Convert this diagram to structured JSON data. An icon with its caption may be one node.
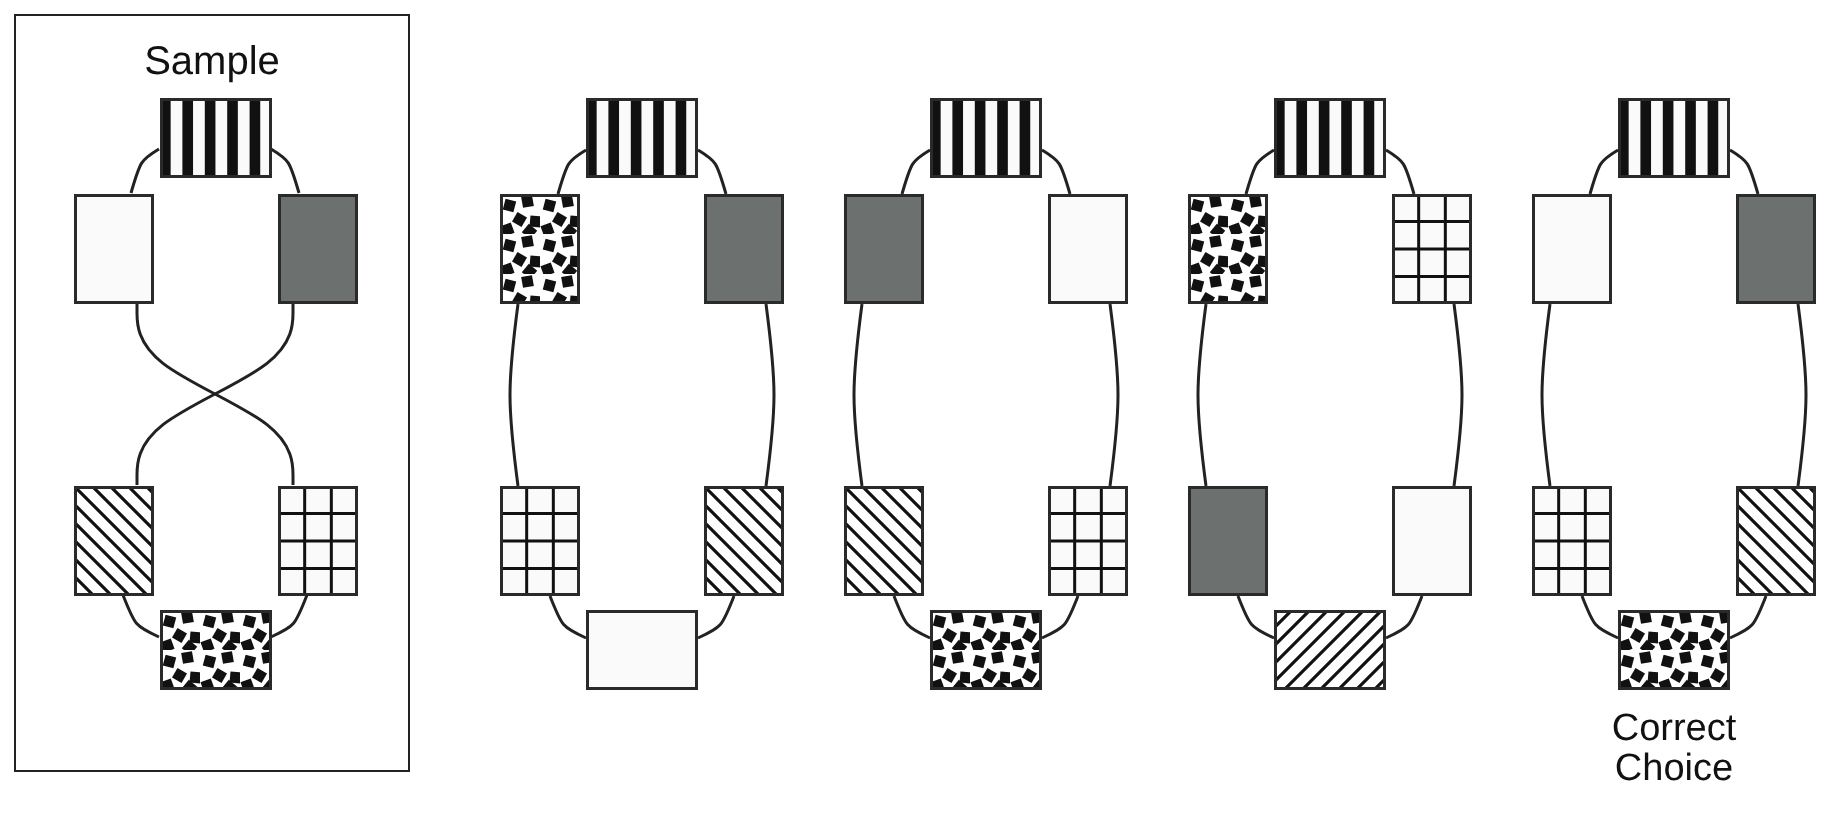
{
  "diagram": {
    "nodes": [
      {
        "text": [
          "Sample"
        ]
      },
      {
        "text": [],
        "shape": "box",
        "in": 0
      },
      {
        "text": [],
        "shape": "box",
        "in": 0
      },
      {
        "text": [],
        "shape": "box",
        "in": 0
      },
      {
        "text": [],
        "shape": "box",
        "in": 0
      },
      {
        "text": [],
        "shape": "box",
        "in": 0
      },
      {
        "text": [],
        "shape": "box",
        "in": 0
      },
      {
        "text": [],
        "shape": "box"
      },
      {
        "text": [],
        "shape": "box"
      },
      {
        "text": [],
        "shape": "box"
      },
      {
        "text": [],
        "shape": "box"
      },
      {
        "text": [],
        "shape": "box"
      },
      {
        "text": [],
        "shape": "box"
      },
      {
        "text": [],
        "shape": "box"
      },
      {
        "text": [],
        "shape": "box"
      },
      {
        "text": [],
        "shape": "box"
      },
      {
        "text": [],
        "shape": "box"
      },
      {
        "text": [],
        "shape": "box"
      },
      {
        "text": [],
        "shape": "box"
      },
      {
        "text": [],
        "shape": "box"
      },
      {
        "text": [],
        "shape": "box"
      },
      {
        "text": [],
        "shape": "box"
      },
      {
        "text": [],
        "shape": "box"
      },
      {
        "text": [],
        "shape": "box"
      },
      {
        "text": [],
        "shape": "box"
      },
      {
        "text": [],
        "shape": "box"
      },
      {
        "text": [],
        "shape": "box"
      },
      {
        "text": [],
        "shape": "box"
      },
      {
        "text": [],
        "shape": "box"
      },
      {
        "text": [],
        "shape": "box"
      },
      {
        "text": [],
        "shape": "box"
      }
    ],
    "edges": [
      {
        "from": 1,
        "to": 2,
        "arrow": "none"
      },
      {
        "from": 1,
        "to": 3,
        "arrow": "none"
      },
      {
        "from": 2,
        "to": 5,
        "arrow": "none"
      },
      {
        "from": 3,
        "to": 4,
        "arrow": "none"
      },
      {
        "from": 4,
        "to": 6,
        "arrow": "none"
      },
      {
        "from": 5,
        "to": 6,
        "arrow": "none"
      },
      {
        "from": 7,
        "to": 8,
        "arrow": "none"
      },
      {
        "from": 7,
        "to": 9,
        "arrow": "none"
      },
      {
        "from": 8,
        "to": 10,
        "arrow": "none"
      },
      {
        "from": 9,
        "to": 11,
        "arrow": "none"
      },
      {
        "from": 10,
        "to": 12,
        "arrow": "none"
      },
      {
        "from": 11,
        "to": 12,
        "arrow": "none"
      },
      {
        "from": 13,
        "to": 14,
        "arrow": "none"
      },
      {
        "from": 13,
        "to": 15,
        "arrow": "none"
      },
      {
        "from": 14,
        "to": 16,
        "arrow": "none"
      },
      {
        "from": 15,
        "to": 17,
        "arrow": "none"
      },
      {
        "from": 16,
        "to": 18,
        "arrow": "none"
      },
      {
        "from": 17,
        "to": 18,
        "arrow": "none"
      },
      {
        "from": 19,
        "to": 20,
        "arrow": "none"
      },
      {
        "from": 19,
        "to": 21,
        "arrow": "none"
      },
      {
        "from": 20,
        "to": 22,
        "arrow": "none"
      },
      {
        "from": 21,
        "to": 23,
        "arrow": "none"
      },
      {
        "from": 22,
        "to": 24,
        "arrow": "none"
      },
      {
        "from": 23,
        "to": 24,
        "arrow": "none"
      },
      {
        "from": 25,
        "to": 26,
        "arrow": "none"
      },
      {
        "from": 25,
        "to": 27,
        "arrow": "none"
      },
      {
        "from": 26,
        "to": 28,
        "arrow": "none"
      },
      {
        "from": 27,
        "to": 29,
        "arrow": "none"
      },
      {
        "from": 28,
        "to": 30,
        "arrow": "none"
      },
      {
        "from": 29,
        "to": 30,
        "arrow": "none"
      }
    ],
    "labels": [
      "Correct Choice"
    ]
  }
}
